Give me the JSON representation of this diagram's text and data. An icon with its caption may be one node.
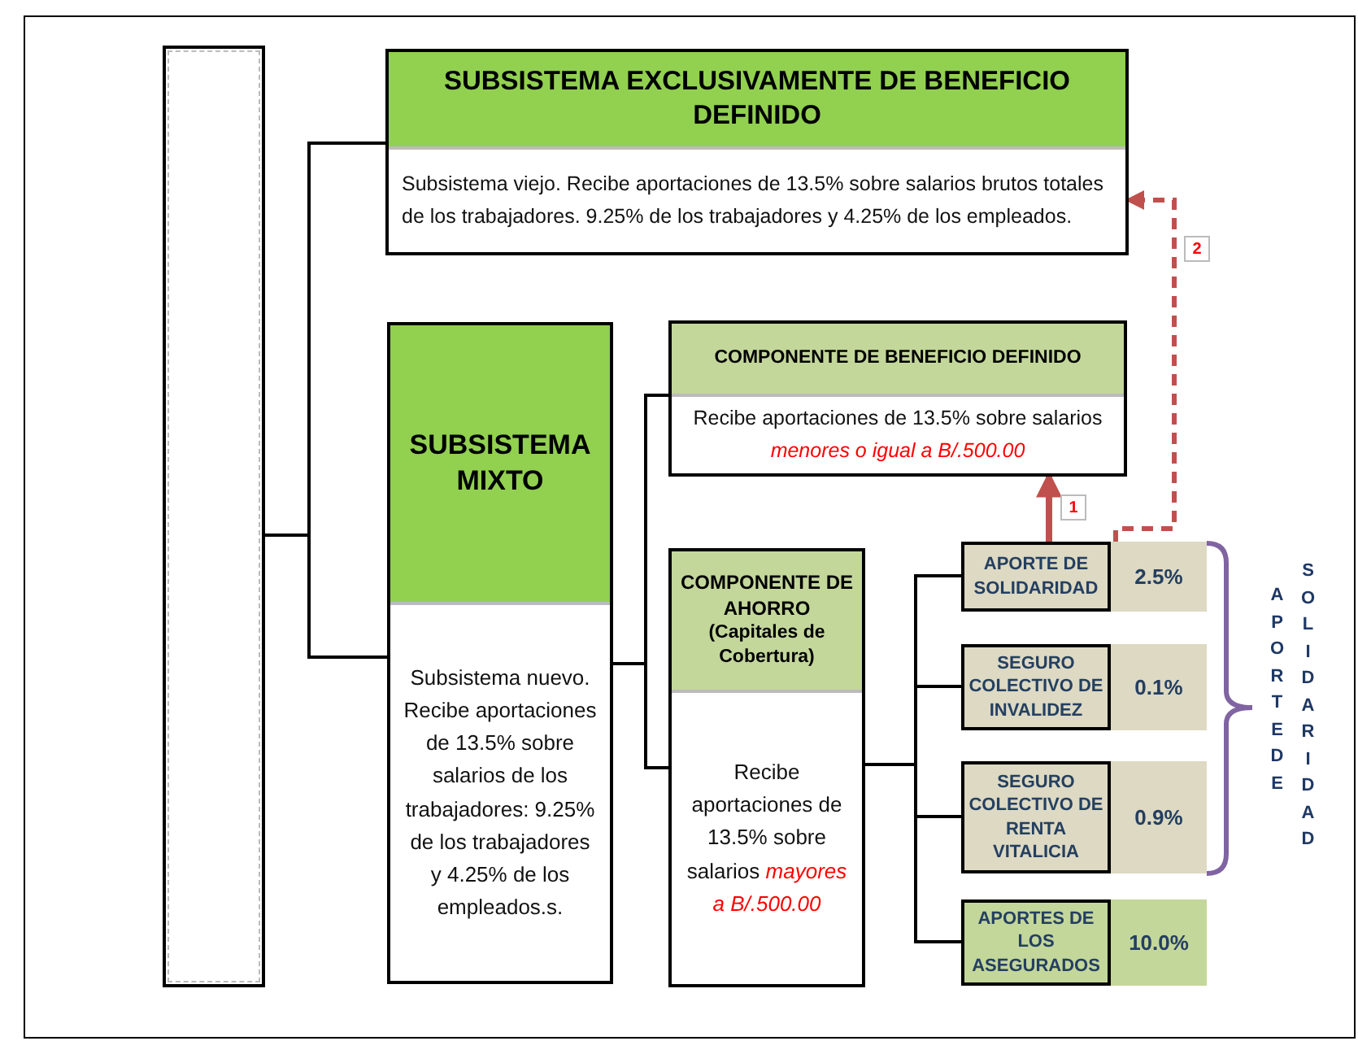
{
  "diagram": {
    "nodes": [
      {
        "text": [],
        "shape": "box"
      },
      {
        "text": [
          "SUBSISTEMA EXCLUSIVAMENTE DE BENEFICIO DEFINIDO",
          "Subsistema viejo. Recibe aportaciones de 13.5% sobre salarios brutos totales de los trabajadores.  9.25% de los trabajadores y 4.25% de los empleados."
        ]
      },
      {
        "text": [
          "SUBSISTEMA MIXTO",
          "Subsistema nuevo. Recibe aportaciones de 13.5% sobre salarios de los trabajadores: 9.25% de los trabajadores y 4.25% de los empleados.s."
        ]
      },
      {
        "text": [
          "COMPONENTE DE BENEFICIO DEFINIDO",
          "Recibe aportaciones de 13.5% sobre salarios *menores  o igual a B/.500.00*"
        ]
      },
      {
        "text": [
          "COMPONENTE DE AHORRO",
          "(Capitales de Cobertura)",
          "Recibe aportaciones de 13.5% sobre salarios *mayores a B/.500.00*"
        ]
      },
      {
        "text": [
          "APORTE DE SOLIDARIDAD"
        ],
        "beside": [
          "2.5%"
        ]
      },
      {
        "text": [
          "SEGURO COLECTIVO DE INVALIDEZ"
        ],
        "beside": [
          "0.1%"
        ]
      },
      {
        "text": [
          "SEGURO COLECTIVO DE RENTA VITALICIA"
        ],
        "beside": [
          "0.9%"
        ]
      },
      {
        "text": [
          "APORTES DE LOS ASEGURADOS"
        ],
        "beside": [
          "10.0%"
        ]
      }
    ],
    "edges": [
      {
        "from": 0,
        "to": 1,
        "arrow": "none"
      },
      {
        "from": 0,
        "to": 2,
        "arrow": "none"
      },
      {
        "from": 2,
        "to": 3,
        "arrow": "none"
      },
      {
        "from": 2,
        "to": 4,
        "arrow": "none"
      },
      {
        "from": 4,
        "to": 5,
        "arrow": "none"
      },
      {
        "from": 4,
        "to": 6,
        "arrow": "none"
      },
      {
        "from": 4,
        "to": 7,
        "arrow": "none"
      },
      {
        "from": 4,
        "to": 8,
        "arrow": "none"
      },
      {
        "from": 5,
        "to": 3,
        "arrow": "to",
        "label": "1",
        "style": "thick",
        "color": "#c0504d"
      },
      {
        "from": 5,
        "to": 1,
        "arrow": "to",
        "label": "2",
        "style": "dashed",
        "color": "#c0504d"
      }
    ],
    "labels": [
      "APORTE DE",
      "SOLIDARIDAD"
    ]
  }
}
